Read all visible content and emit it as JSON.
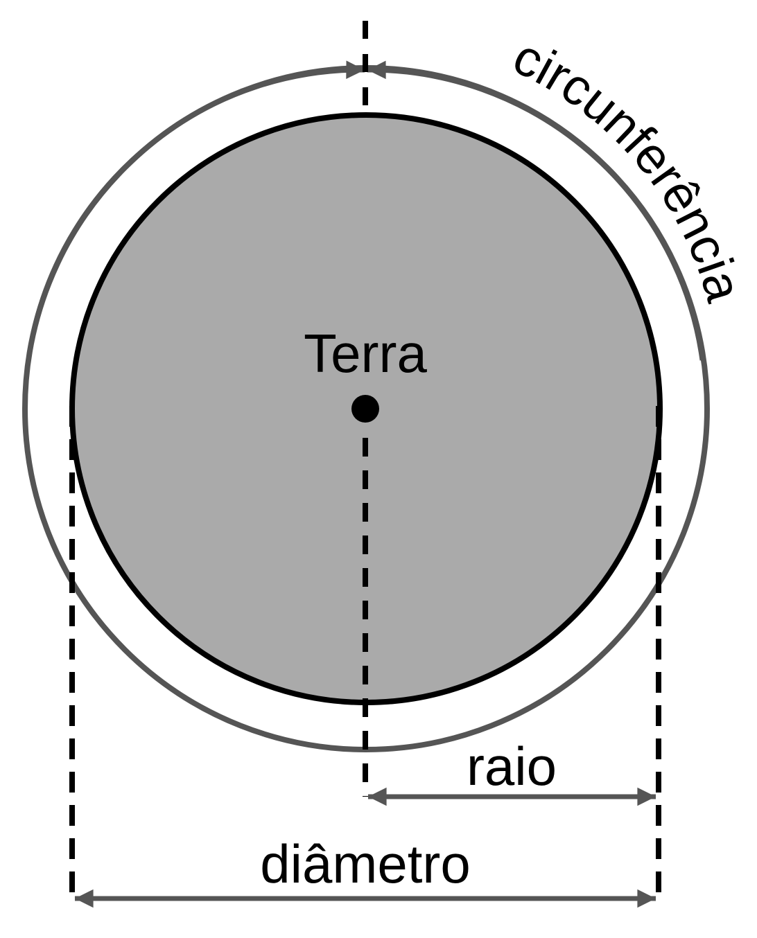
{
  "labels": {
    "planet": "Terra",
    "circumference": "circunferência",
    "radius": "raio",
    "diameter": "diâmetro"
  },
  "colors": {
    "planet_fill": "#aaaaaa",
    "planet_outline": "#000000",
    "circumference_ring": "#555555",
    "dimension_arrows": "#555555",
    "guide_lines": "#000000"
  }
}
